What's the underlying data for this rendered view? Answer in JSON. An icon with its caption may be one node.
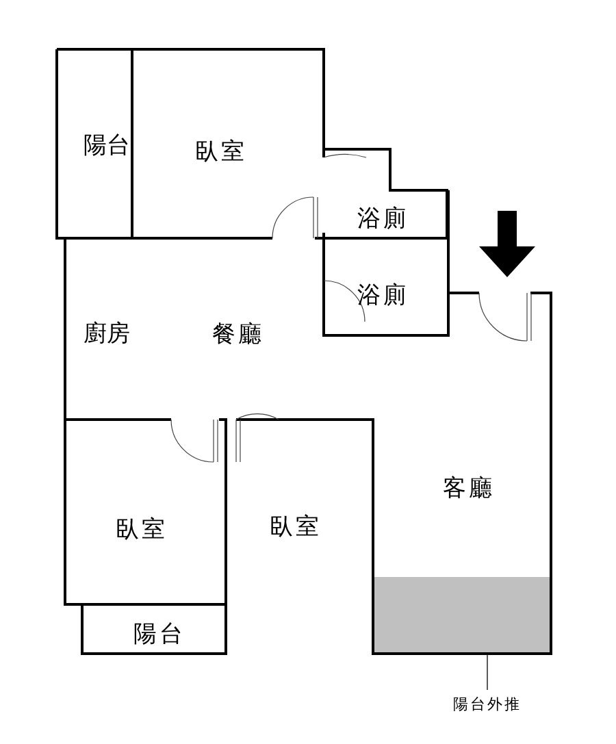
{
  "diagram": {
    "nodes": [
      {
        "text": [
          "陽台"
        ]
      },
      {
        "text": [
          "臥室"
        ]
      },
      {
        "text": [
          "浴廁"
        ]
      },
      {
        "text": [
          "浴廁"
        ]
      },
      {
        "text": [
          "廚房",
          "餐廳"
        ]
      },
      {
        "text": [
          "臥室"
        ]
      },
      {
        "text": [
          "臥室"
        ]
      },
      {
        "text": [
          "陽台"
        ]
      },
      {
        "text": [
          "客廳"
        ]
      },
      {
        "text": [],
        "shape": "box"
      },
      {
        "text": [
          "陽台外推"
        ]
      }
    ],
    "edges": [
      {
        "from": 10,
        "to": 9,
        "arrow": "none"
      }
    ]
  }
}
